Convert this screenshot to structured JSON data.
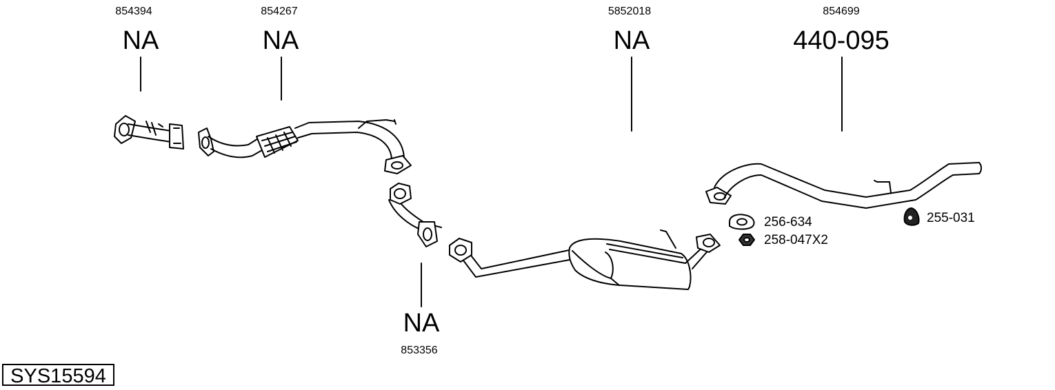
{
  "system_code": "SYS15594",
  "components": [
    {
      "ref": "854394",
      "number": "NA"
    },
    {
      "ref": "854267",
      "number": "NA"
    },
    {
      "ref": "5852018",
      "number": "NA"
    },
    {
      "ref": "854699",
      "number": "440-095"
    },
    {
      "ref": "853356",
      "number": "NA"
    }
  ],
  "accessories": [
    {
      "label": "256-634",
      "icon": "gasket-icon"
    },
    {
      "label": "258-047X2",
      "icon": "nut-icon"
    },
    {
      "label": "255-031",
      "icon": "rubber-mount-icon"
    }
  ]
}
